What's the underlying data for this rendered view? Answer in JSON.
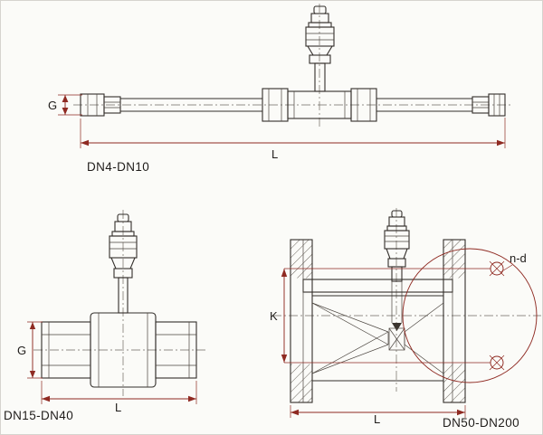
{
  "colors": {
    "background": "#fbfbf8",
    "linework": "#332f2b",
    "dimension_lines": "#8f2a22"
  },
  "views": [
    {
      "id": "dn4-dn10",
      "label": "DN4-DN10",
      "dims": {
        "g": "G",
        "l": "L"
      }
    },
    {
      "id": "dn15-dn40",
      "label": "DN15-DN40",
      "dims": {
        "g": "G",
        "l": "L"
      }
    },
    {
      "id": "dn50-dn200",
      "label": "DN50-DN200",
      "dims": {
        "k": "K",
        "l": "L",
        "bolt_holes": "n-d"
      }
    }
  ]
}
